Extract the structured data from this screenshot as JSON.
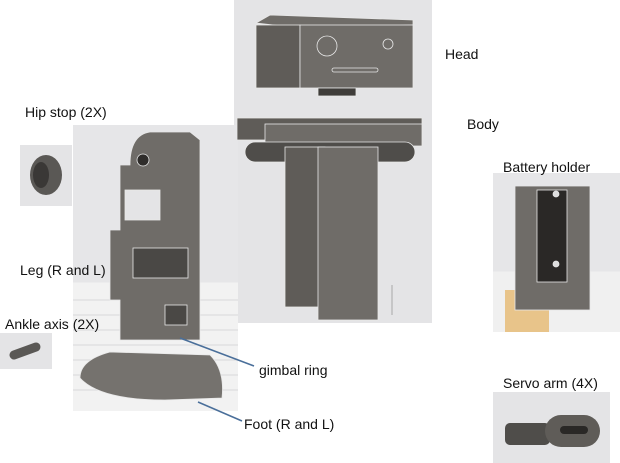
{
  "labels": {
    "head": "Head",
    "body": "Body",
    "hip_stop": "Hip stop (2X)",
    "battery_holder": "Battery holder",
    "leg": "Leg (R and L)",
    "ankle_axis": "Ankle axis (2X)",
    "gimbal_ring": "gimbal ring",
    "foot": "Foot (R and L)",
    "servo_arm": "Servo arm (4X)"
  },
  "colors": {
    "part_gray": "#6f6c68",
    "panel_bg": "#e4e4e6",
    "leader_line": "#4a6f9a"
  }
}
